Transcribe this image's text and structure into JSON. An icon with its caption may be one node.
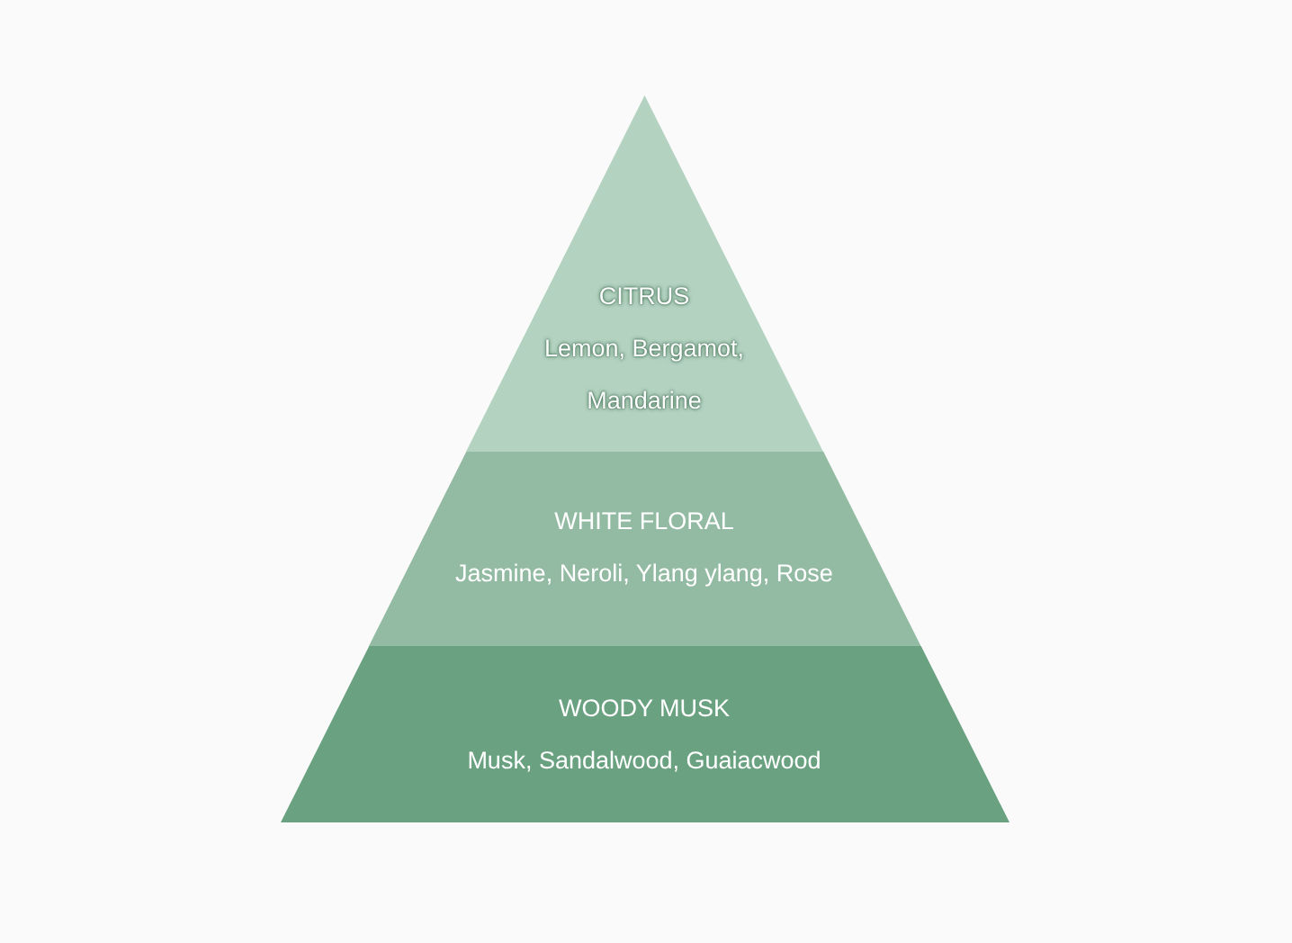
{
  "diagram": {
    "nodes": [
      {
        "text": [
          "CITRUS",
          "Lemon, Bergamot, Mandarine"
        ]
      },
      {
        "text": [
          "WHITE FLORAL",
          "Jasmine, Neroli, Ylang ylang, Rose"
        ]
      },
      {
        "text": [
          "WOODY MUSK",
          "Musk, Sandalwood, Guaiacwood"
        ]
      }
    ],
    "edges": []
  }
}
